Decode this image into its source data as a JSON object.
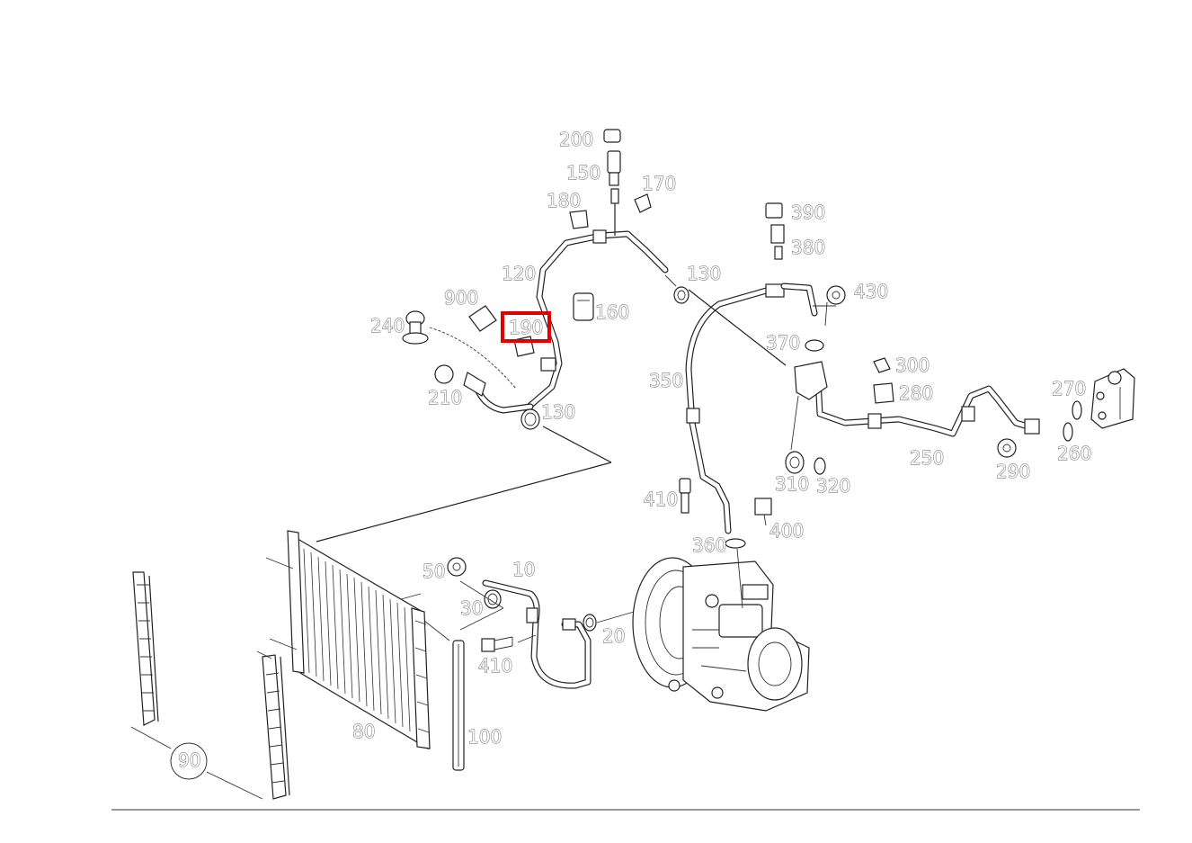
{
  "diagram": {
    "highlight": {
      "label": "190",
      "color": "#e00000"
    },
    "labels": {
      "p10": "10",
      "p20": "20",
      "p30": "30",
      "p50": "50",
      "p80": "80",
      "p90": "90",
      "p100": "100",
      "p120": "120",
      "p130a": "130",
      "p130b": "130",
      "p150": "150",
      "p160": "160",
      "p170": "170",
      "p180": "180",
      "p190": "190",
      "p200": "200",
      "p210": "210",
      "p240": "240",
      "p250": "250",
      "p260": "260",
      "p270": "270",
      "p280": "280",
      "p290": "290",
      "p300": "300",
      "p310": "310",
      "p320": "320",
      "p350": "350",
      "p360": "360",
      "p370": "370",
      "p380": "380",
      "p390": "390",
      "p400": "400",
      "p410a": "410",
      "p410b": "410",
      "p430": "430",
      "p900": "900"
    }
  }
}
